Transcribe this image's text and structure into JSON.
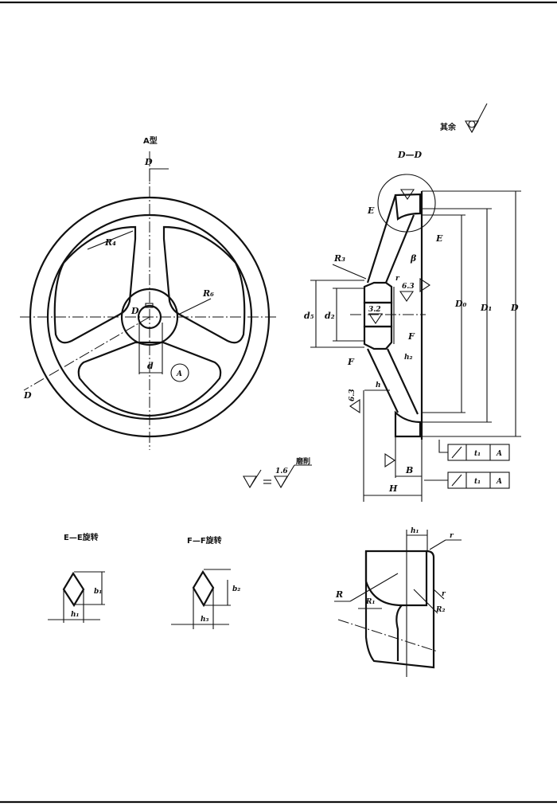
{
  "title_a_type": "A型",
  "remaining_roughness_label": "其余",
  "section_dd": "D—D",
  "section_ee": "E—E旋转",
  "section_ff": "F—F旋转",
  "roughness_note": {
    "value": "1.6",
    "label": "磨削"
  },
  "front_view": {
    "section_mark": "D",
    "R4": "R₄",
    "R6": "R₆",
    "hub_label": "D",
    "d": "d",
    "datum": "A"
  },
  "section_view": {
    "labels": {
      "E": "E",
      "beta": "β",
      "R3": "R₃",
      "r": "r",
      "d5": "d₅",
      "d2": "d₂",
      "F": "F",
      "h2": "h₂",
      "h": "h",
      "D0": "D₀",
      "D1": "D₁",
      "D": "D",
      "B": "B",
      "H": "H"
    },
    "roughness": [
      "6.3",
      "3.2",
      "6.3"
    ],
    "tolerance_frames": [
      {
        "symbol": "runout",
        "value": "t₁",
        "datum": "A"
      },
      {
        "symbol": "runout",
        "value": "t₁",
        "datum": "A"
      }
    ]
  },
  "detail_ee": {
    "b1": "b₁",
    "h1": "h₁"
  },
  "detail_ff": {
    "b2": "b₂",
    "h3": "h₃"
  },
  "detail_rim": {
    "h1": "h₁",
    "r_top": "r",
    "R": "R",
    "R1": "R₁",
    "r_side": "r",
    "R2": "R₂"
  }
}
